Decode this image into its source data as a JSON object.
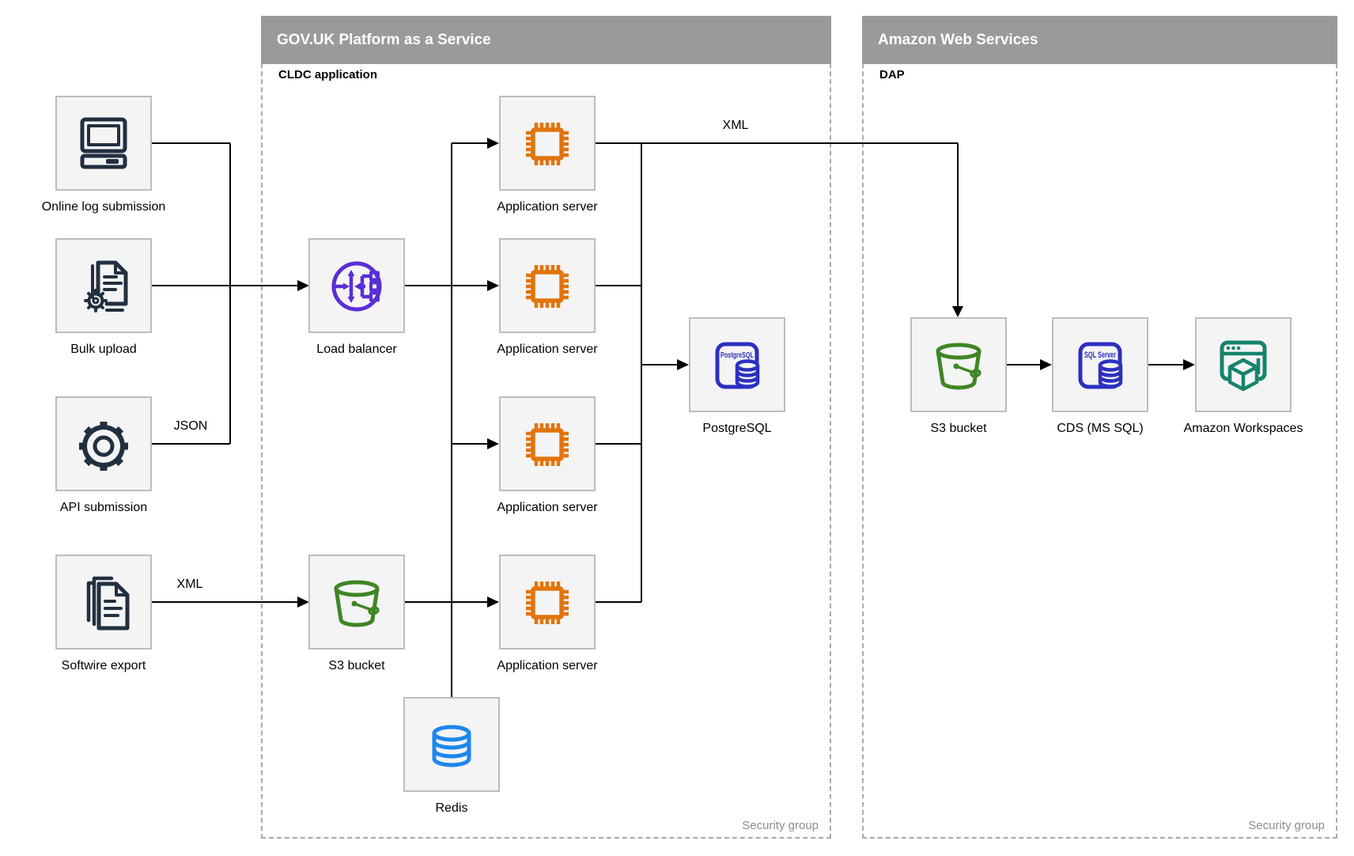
{
  "panels": {
    "paas": {
      "title": "GOV.UK Platform as a Service",
      "sublabel": "CLDC application",
      "footer": "Security group"
    },
    "aws": {
      "title": "Amazon Web Services",
      "sublabel": "DAP",
      "footer": "Security group"
    }
  },
  "nodes": {
    "online_log_submission": {
      "label": "Online log submission",
      "icon": "desktop-computer-icon"
    },
    "bulk_upload": {
      "label": "Bulk upload",
      "icon": "document-gear-icon"
    },
    "api_submission": {
      "label": "API submission",
      "icon": "gear-icon"
    },
    "softwire_export": {
      "label": "Softwire export",
      "icon": "documents-stack-icon"
    },
    "load_balancer": {
      "label": "Load balancer",
      "icon": "load-balancer-icon"
    },
    "application_server": {
      "label": "Application server",
      "icon": "chip-icon"
    },
    "postgresql": {
      "label": "PostgreSQL",
      "icon": "postgresql-database-icon",
      "icon_text": "PostgreSQL"
    },
    "s3_bucket_paas": {
      "label": "S3 bucket",
      "icon": "s3-bucket-icon"
    },
    "redis": {
      "label": "Redis",
      "icon": "redis-cylinder-icon"
    },
    "s3_bucket_aws": {
      "label": "S3 bucket",
      "icon": "s3-bucket-icon"
    },
    "cds_ms_sql": {
      "label": "CDS (MS SQL)",
      "icon": "sql-server-database-icon",
      "icon_text": "SQL Server"
    },
    "amazon_workspaces": {
      "label": "Amazon Workspaces",
      "icon": "workspaces-icon"
    }
  },
  "edge_labels": {
    "json": "JSON",
    "xml_softwire": "XML",
    "xml_app_to_dap": "XML"
  },
  "colors": {
    "panel_header_bg": "#9a9a9a",
    "source_icon_navy": "#213040",
    "load_balancer_purple": "#5b2ed5",
    "app_server_orange": "#e2740d",
    "database_blue": "#2d2fc0",
    "bucket_green": "#3f8624",
    "workspaces_teal": "#17836d",
    "redis_blue": "#1c87ee",
    "connector_black": "#000000"
  }
}
